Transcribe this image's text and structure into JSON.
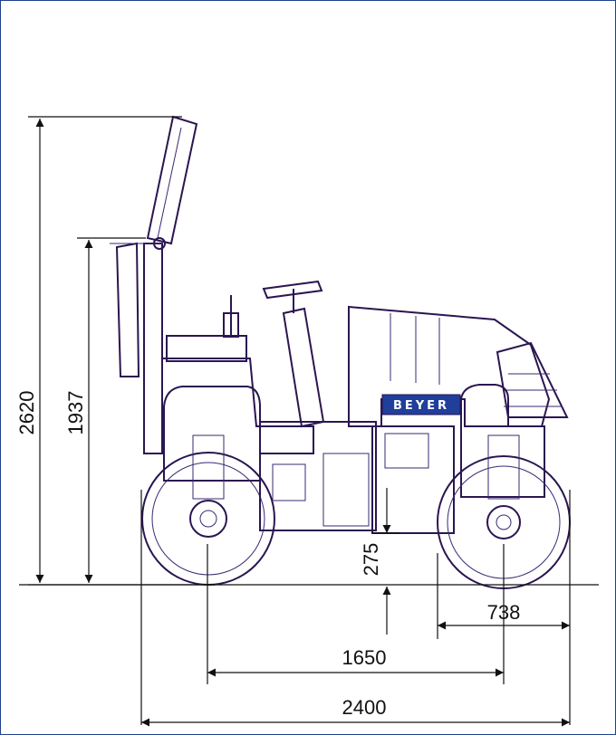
{
  "brand": {
    "name": "BEYER",
    "color": "#1f3f9a"
  },
  "colors": {
    "frame": "#1f3f8f",
    "machine_outline": "#2a1650"
  },
  "dimensions": {
    "total_height": "2620",
    "height_folded": "1937",
    "ground_clearance": "275",
    "wheelbase": "1650",
    "total_length": "2400",
    "rear_overhang": "738"
  }
}
